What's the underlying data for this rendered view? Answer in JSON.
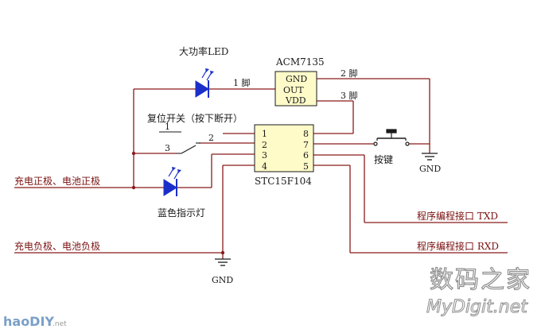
{
  "colors": {
    "wire": "#8a1b1b",
    "component_outline": "#1a1a1a",
    "chip_fill": "#fffbc9",
    "diode": "#1a2fc9",
    "watermark": "#9a9a9a"
  },
  "labels": {
    "high_power_led": "大功率LED",
    "acm_title": "ACM7135",
    "acm_gnd": "GND",
    "acm_out": "OUT",
    "acm_vdd": "VDD",
    "pin1": "1 脚",
    "pin2": "2 脚",
    "pin3": "3 脚",
    "reset_switch": "复位开关（按下断开）",
    "sw_pin1": "1",
    "sw_pin2": "2",
    "sw_pin3": "3",
    "mcu_name": "STC15F104",
    "mcu_pins_left": [
      "1",
      "2",
      "3",
      "4"
    ],
    "mcu_pins_right": [
      "8",
      "7",
      "6",
      "5"
    ],
    "button": "按键",
    "gnd_right": "GND",
    "gnd_bottom": "GND",
    "charge_positive": "充电正极、电池正极",
    "charge_negative": "充电负极、电池负极",
    "blue_led": "蓝色指示灯",
    "txd": "程序编程接口 TXD",
    "rxd": "程序编程接口 RXD"
  },
  "watermarks": {
    "site_cn": "数码之家",
    "site_en": "MyDigit.net",
    "haodiy": "haoDIY",
    "haodiy_suffix": ".net"
  }
}
